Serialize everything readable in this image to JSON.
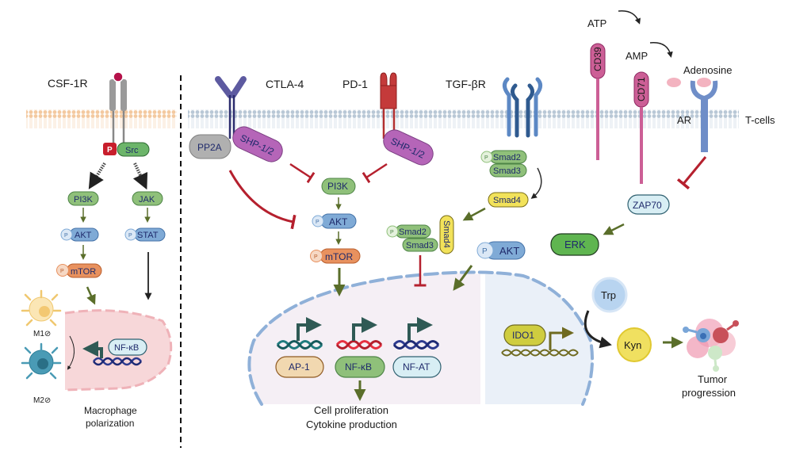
{
  "title": "Immune checkpoint signaling in macrophages and T-cells",
  "colors": {
    "inhibit": "#b5202e",
    "activate": "#5a6e2a",
    "neutral_arrow": "#222222",
    "membrane_orange": "#f3c9a0",
    "membrane_blue": "#b9c8d6",
    "macrophage_nucleus": "#f7d7d9",
    "tcell_nucleus": "#f5eff5",
    "tcell_nucleus2": "#eaf0f8",
    "green_pill": "#8fc07a",
    "blue_pill": "#7faad6",
    "orange_pill": "#e8915e",
    "purple_pill": "#b565b8",
    "yellow_pill": "#f2e25a",
    "gray_pill": "#b0b0b0",
    "pink_receptor": "#cc5f96"
  },
  "macrophage": {
    "receptor": "CSF-1R",
    "phospho": "P",
    "kinase": "Src",
    "left_path": [
      "PI3K",
      "AKT",
      "mTOR"
    ],
    "right_path": [
      "JAK",
      "STAT"
    ],
    "p_label": "P",
    "nucleus_tf": "NF-κB",
    "m1": "M1⊘",
    "m2": "M2⊘",
    "caption_line1": "Macrophage",
    "caption_line2": "polarization"
  },
  "tcell": {
    "membrane_label": "T-cells",
    "receptors": {
      "ctla4": "CTLA-4",
      "pd1": "PD-1",
      "tgfbr": "TGF-βR",
      "cd39": "CD39",
      "cd71": "CD71",
      "ar": "AR"
    },
    "metabolites": {
      "atp": "ATP",
      "amp": "AMP",
      "adenosine": "Adenosine",
      "trp": "Trp",
      "kyn": "Kyn"
    },
    "proteins": {
      "pp2a": "PP2A",
      "shp_ctla4": "SHP-1/2",
      "shp_pd1": "SHP-1/2",
      "pi3k": "PI3K",
      "akt": "AKT",
      "mtor": "mTOR",
      "smad2": "Smad2",
      "smad3": "Smad3",
      "smad4": "Smad4",
      "akt2": "AKT",
      "zap70": "ZAP70",
      "erk": "ERK",
      "ido1": "IDO1",
      "p": "P"
    },
    "transcription_factors": [
      "AP-1",
      "NF-κB",
      "NF-AT"
    ],
    "outcome_line1": "Cell proliferation",
    "outcome_line2": "Cytokine production",
    "tumor_line1": "Tumor",
    "tumor_line2": "progression"
  }
}
